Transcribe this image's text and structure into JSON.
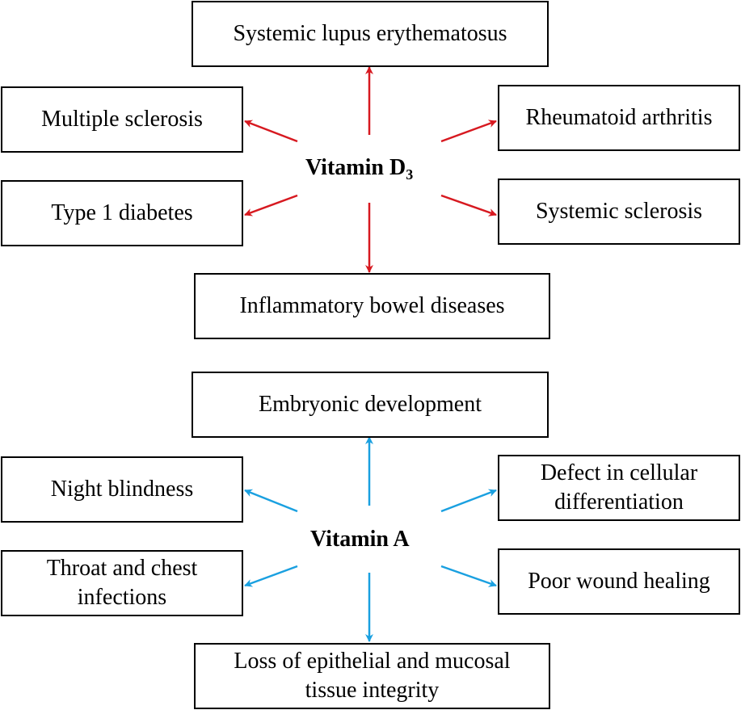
{
  "colors": {
    "vitamin_d": "#d71920",
    "vitamin_a": "#1aa0e0",
    "box_border": "#000000"
  },
  "vitamin_d": {
    "hub": {
      "label": "Vitamin D",
      "subscript": "3"
    },
    "targets": {
      "top": [
        "Systemic lupus erythematosus"
      ],
      "upper_left": [
        "Multiple sclerosis"
      ],
      "lower_left": [
        "Type 1 diabetes"
      ],
      "upper_right": [
        "Rheumatoid arthritis"
      ],
      "lower_right": [
        "Systemic sclerosis"
      ],
      "bottom": [
        "Inflammatory bowel diseases"
      ]
    }
  },
  "vitamin_a": {
    "hub": {
      "label": "Vitamin A"
    },
    "targets": {
      "top": [
        "Embryonic development"
      ],
      "upper_left": [
        "Night blindness"
      ],
      "lower_left": [
        "Throat and chest",
        "infections"
      ],
      "upper_right": [
        "Defect in cellular",
        "differentiation"
      ],
      "lower_right": [
        "Poor wound healing"
      ],
      "bottom": [
        "Loss of epithelial and mucosal",
        "tissue integrity"
      ]
    }
  }
}
